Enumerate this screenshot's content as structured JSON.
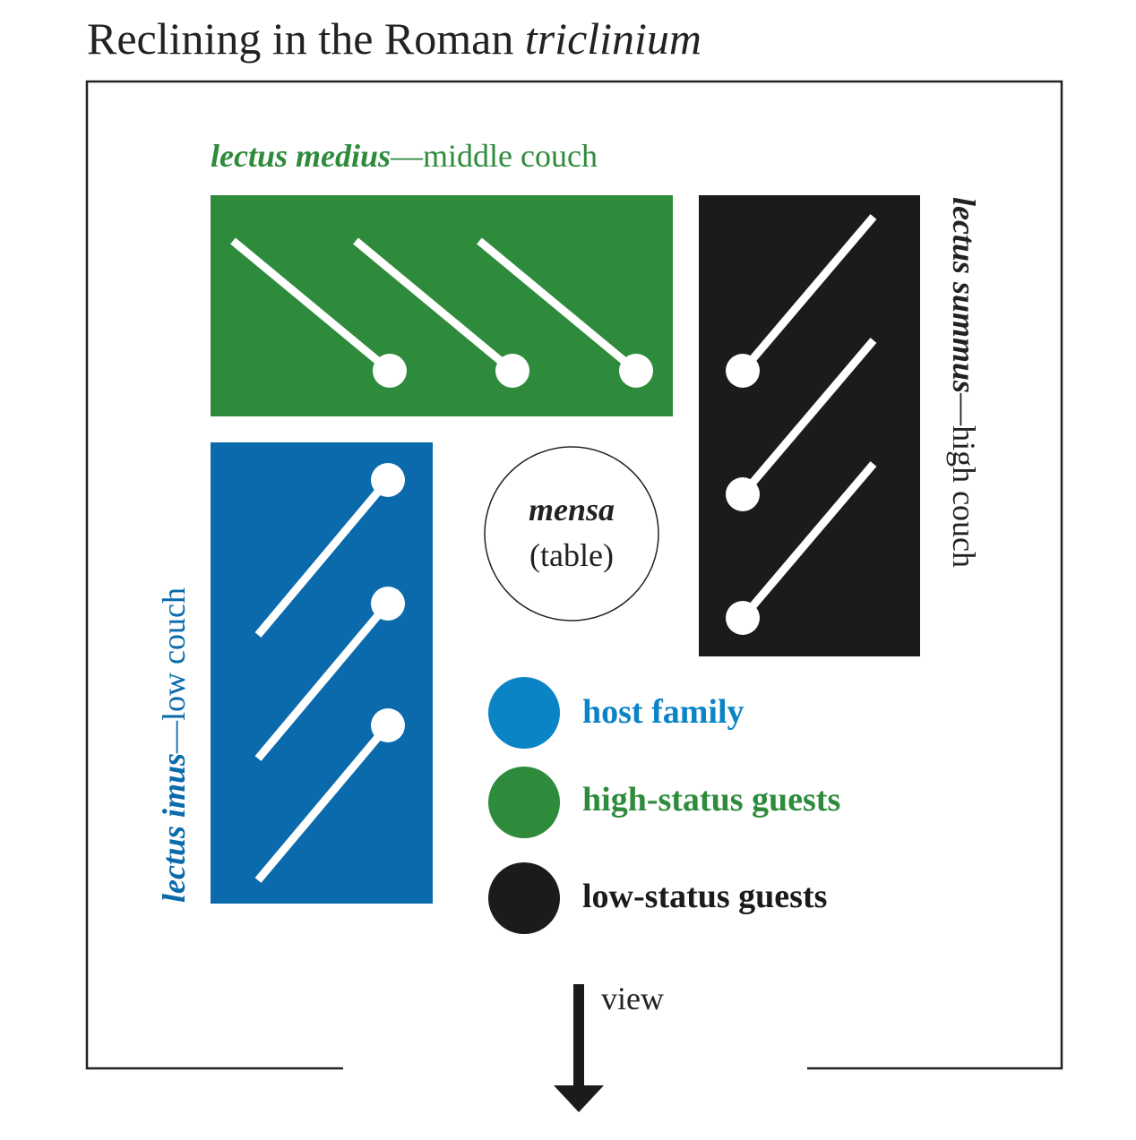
{
  "title": {
    "prefix": "Reclining in the Roman ",
    "italic": "triclinium"
  },
  "colors": {
    "host": "#0a6aab",
    "host_legend": "#0b84c6",
    "high": "#2e8b3c",
    "low": "#1b1b1b",
    "frame": "#222222",
    "diner_marks": "#ffffff"
  },
  "couches": {
    "medius": {
      "latin": "lectus medius",
      "english": "—middle couch",
      "diners": 3,
      "color_role": "high"
    },
    "summus": {
      "latin": "lectus summus",
      "english": "—high couch",
      "diners": 3,
      "color_role": "low"
    },
    "imus": {
      "latin": "lectus imus",
      "english": "—low couch",
      "diners": 3,
      "color_role": "host"
    }
  },
  "table": {
    "latin": "mensa",
    "english": "(table)"
  },
  "legend": [
    {
      "label": "host family",
      "color_role": "host"
    },
    {
      "label": "high-status guests",
      "color_role": "high"
    },
    {
      "label": "low-status guests",
      "color_role": "low"
    }
  ],
  "view": {
    "label": "view",
    "icon": "arrow-down-icon"
  }
}
